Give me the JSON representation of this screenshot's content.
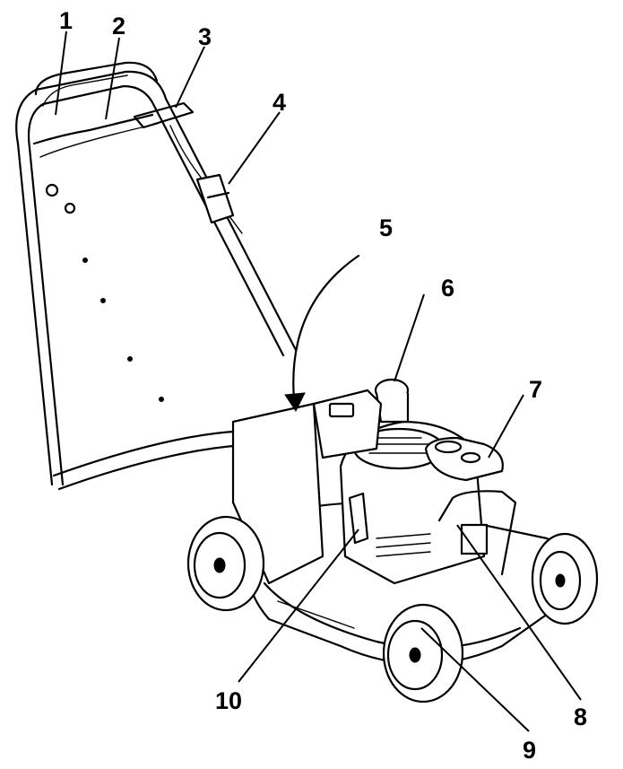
{
  "figure": {
    "callouts": [
      {
        "id": "1",
        "label": "1"
      },
      {
        "id": "2",
        "label": "2"
      },
      {
        "id": "3",
        "label": "3"
      },
      {
        "id": "4",
        "label": "4"
      },
      {
        "id": "5",
        "label": "5"
      },
      {
        "id": "6",
        "label": "6"
      },
      {
        "id": "7",
        "label": "7"
      },
      {
        "id": "8",
        "label": "8"
      },
      {
        "id": "9",
        "label": "9"
      },
      {
        "id": "10",
        "label": "10"
      }
    ],
    "line_color": "#000000",
    "background_color": "#ffffff"
  }
}
